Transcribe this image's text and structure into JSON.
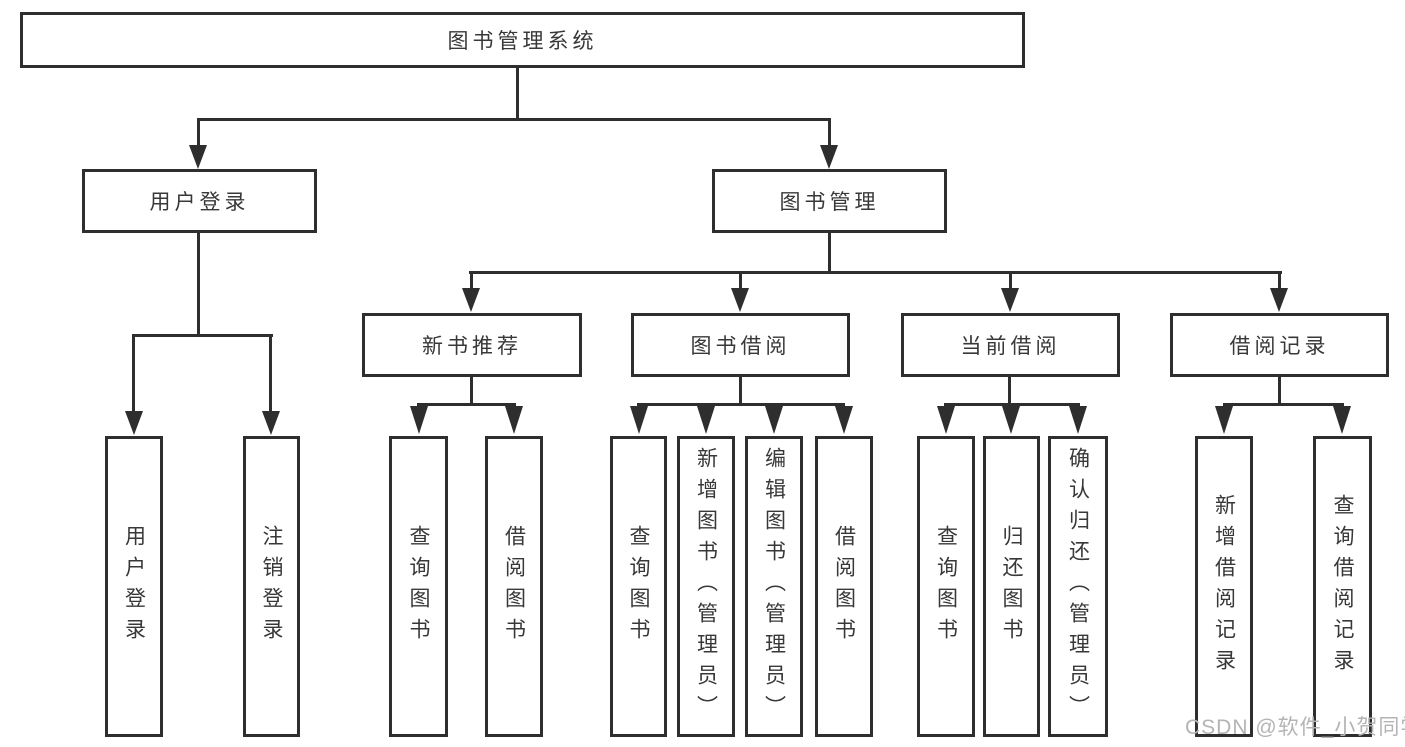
{
  "diagram_title": "图书管理系统",
  "colors": {
    "line": "#2e2e2e",
    "text": "#383838",
    "background": "#ffffff",
    "watermark_text_color": "#b4b4b6"
  },
  "watermark": {
    "text": "CSDN @软件_小贺同学"
  },
  "tree": {
    "label": "图书管理系统",
    "children": [
      {
        "label": "用户登录",
        "children": [
          {
            "label": "用户登录"
          },
          {
            "label": "注销登录"
          }
        ]
      },
      {
        "label": "图书管理",
        "children": [
          {
            "label": "新书推荐",
            "children": [
              {
                "label": "查询图书"
              },
              {
                "label": "借阅图书"
              }
            ]
          },
          {
            "label": "图书借阅",
            "children": [
              {
                "label": "查询图书"
              },
              {
                "label": "新增图书（管理员）"
              },
              {
                "label": "编辑图书（管理员）"
              },
              {
                "label": "借阅图书"
              }
            ]
          },
          {
            "label": "当前借阅",
            "children": [
              {
                "label": "查询图书"
              },
              {
                "label": "归还图书"
              },
              {
                "label": "确认归还（管理员）"
              }
            ]
          },
          {
            "label": "借阅记录",
            "children": [
              {
                "label": "新增借阅记录"
              },
              {
                "label": "查询借阅记录"
              }
            ]
          }
        ]
      }
    ]
  }
}
